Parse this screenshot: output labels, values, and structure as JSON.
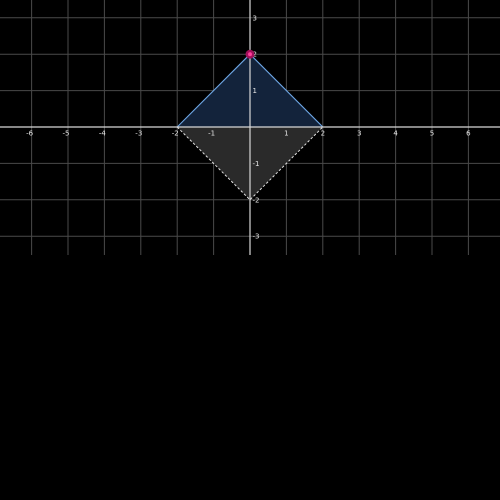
{
  "graph": {
    "x_range": [
      -7,
      7
    ],
    "y_range": [
      -3.5,
      3.5
    ],
    "x_tick_labels": [
      "-6",
      "-5",
      "-4",
      "-3",
      "-2",
      "-1",
      "1",
      "2",
      "3",
      "4",
      "5",
      "6"
    ],
    "y_tick_labels": [
      "3",
      "2",
      "1",
      "-1",
      "-2",
      "-3"
    ],
    "upper_region": {
      "vertices": [
        [
          -2,
          0
        ],
        [
          0,
          2
        ],
        [
          2,
          0
        ]
      ],
      "fill": "#13233b",
      "stroke": "#6ea7e6",
      "border": "solid"
    },
    "lower_region": {
      "vertices": [
        [
          -2,
          0
        ],
        [
          0,
          -2
        ],
        [
          2,
          0
        ]
      ],
      "fill": "#2a2a2a",
      "stroke": "#e4e4e4",
      "border": "dashed"
    },
    "highlighted_point": {
      "x": 0,
      "y": 2,
      "color": "#ff3d9a"
    },
    "grid": true
  }
}
